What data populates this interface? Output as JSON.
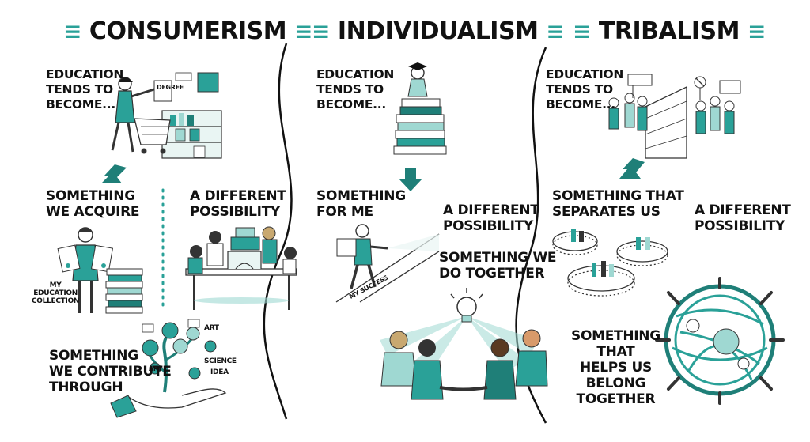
{
  "columns": [
    {
      "title": "CONSUMERISM",
      "intro": [
        "EDUCATION",
        "TENDS TO",
        "BECOME..."
      ],
      "current": [
        "SOMETHING",
        "WE ACQUIRE"
      ],
      "alt_label": [
        "A DIFFERENT",
        "POSSIBILITY"
      ],
      "alternative": [
        "SOMETHING",
        "WE CONTRIBUTE",
        "THROUGH"
      ],
      "sign": "DEGREE",
      "collection_label": [
        "MY",
        "EDUCATION",
        "COLLECTION"
      ],
      "tree_labels": {
        "art": "ART",
        "science": "SCIENCE",
        "idea": "IDEA",
        "art_small": "ART"
      }
    },
    {
      "title": "INDIVIDUALISM",
      "intro": [
        "EDUCATION",
        "TENDS TO",
        "BECOME..."
      ],
      "current": [
        "SOMETHING",
        "FOR ME"
      ],
      "alt_label": [
        "A DIFFERENT",
        "POSSIBILITY"
      ],
      "alternative": [
        "SOMETHING WE",
        "DO TOGETHER"
      ],
      "path_label": "MY SUCCESS"
    },
    {
      "title": "TRIBALISM",
      "intro": [
        "EDUCATION",
        "TENDS TO",
        "BECOME..."
      ],
      "current": [
        "SOMETHING THAT",
        "SEPARATES US"
      ],
      "alt_label": [
        "A DIFFERENT",
        "POSSIBILITY"
      ],
      "alternative": [
        "SOMETHING",
        "THAT",
        "HELPS US",
        "BELONG",
        "TOGETHER"
      ]
    }
  ],
  "colors": {
    "accent": "#2aa198",
    "accent_dark": "#1f7f78",
    "ink": "#111111",
    "light": "#9fd8d2"
  }
}
